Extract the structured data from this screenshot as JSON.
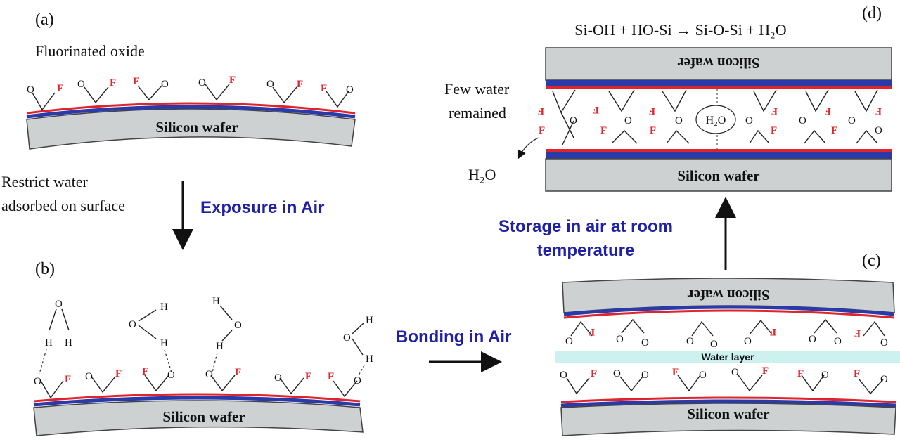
{
  "panels": {
    "a": {
      "label": "(a)",
      "title": "Fluorinated oxide",
      "wafer": "Silicon wafer"
    },
    "b": {
      "label": "(b)",
      "wafer": "Silicon wafer"
    },
    "c": {
      "label": "(c)",
      "top_wafer": "Silicon wafer",
      "bottom_wafer": "Silicon wafer",
      "water_layer": "Water layer"
    },
    "d": {
      "label": "(d)",
      "top_wafer": "Silicon wafer",
      "bottom_wafer": "Silicon wafer",
      "few_water_1": "Few water",
      "few_water_2": "remained",
      "h2o_bubble": "H₂O",
      "h2o_out": "H₂O"
    }
  },
  "reaction": "Si-OH + HO-Si → Si-O-Si + H₂O",
  "steps": {
    "restrict_1": "Restrict water",
    "restrict_2": "adsorbed on surface",
    "exposure": "Exposure in Air",
    "bonding": "Bonding in Air",
    "storage_1": "Storage in air at room",
    "storage_2": "temperature"
  },
  "atoms": {
    "O": "O",
    "F": "F",
    "H": "H"
  },
  "colors": {
    "oxide_red": "#e0242b",
    "silicon_blue": "#2a3aa8",
    "wafer_gray": "#cdd1d2",
    "water_layer": "#cdf1ee",
    "step_text": "#1f1fa8"
  }
}
